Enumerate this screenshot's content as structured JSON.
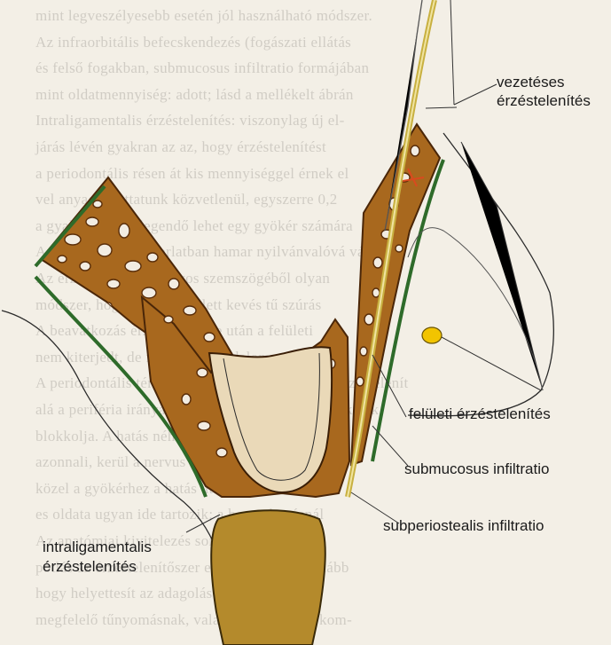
{
  "labels": {
    "vezeteses_line1": "vezetéses",
    "vezeteses_line2": "érzéstelenítés",
    "feluleti": "felületi érzéstelenítés",
    "submucosus": "submucosus infiltratio",
    "subperiostealis": "subperiostealis infiltratio",
    "intraligamentalis_line1": "intraligamentalis",
    "intraligamentalis_line2": "érzéstelenítés"
  },
  "background_text": [
    "mint legveszélyesebb esetén jól használható módszer.",
    "Az infraorbitális befecskendezés (fogászati ellátás",
    "és felső fogakban, submucosus infiltratio formájában",
    "mint oldatmennyiség: adott; lásd a mellékelt ábrán",
    "Intraligamentalis érzéstelenítés: viszonylag új el-",
    "járás lévén gyakran az az, hogy érzéstelenítést",
    "a periodontális résen át kis mennyiséggel érnek el",
    "vel anyagot juttatunk közvetlenül, egyszerre 0,2",
    "a gyakorlatban elegendő lehet egy gyökér számára",
    "A mindennapi gyakorlatban hamar nyilvánvalóvá vált",
    "Az érzéstelenítés az orvos szemszögéből olyan",
    "módszer, hogy a hatás mellett kevés tű szúrás",
    "A beavatkozás érzéstelenítése után a felületi",
    "nem kiterjedt, de fontos is a fájdalommentes",
    "A periodontális térbe juttatott oldat gyorsabban érzéstelenít",
    "alá a periféria irányában, mely után a hatás jelentkezik",
    "blokkolja. A hatás néhány másodperc alatt is elég",
    "azonnali, kerül a nervus alveolaris felé, és a foga",
    "közel a gyökérhez a hatás után a fog érzéstelen",
    "es oldata ugyan ide tartozik; a beavatkozásnál",
    "Az anatómiai kivitelezés során az ajánlott a",
    "pótlás az érzéstelenítőszer első hatásánál legalább",
    "hogy helyettesít az adagolás tűszúrások után",
    "megfelelő tűnyomásnak, valamint minimális kom-"
  ],
  "colors": {
    "bone": "#a8681e",
    "cortex": "#7a3c10",
    "marrow": "#f2ece2",
    "gum": "#2e6b2a",
    "root": "#a97a28",
    "nerve": "#c8b040",
    "injection_dot": "#f2c400",
    "background": "#f3efe6"
  }
}
